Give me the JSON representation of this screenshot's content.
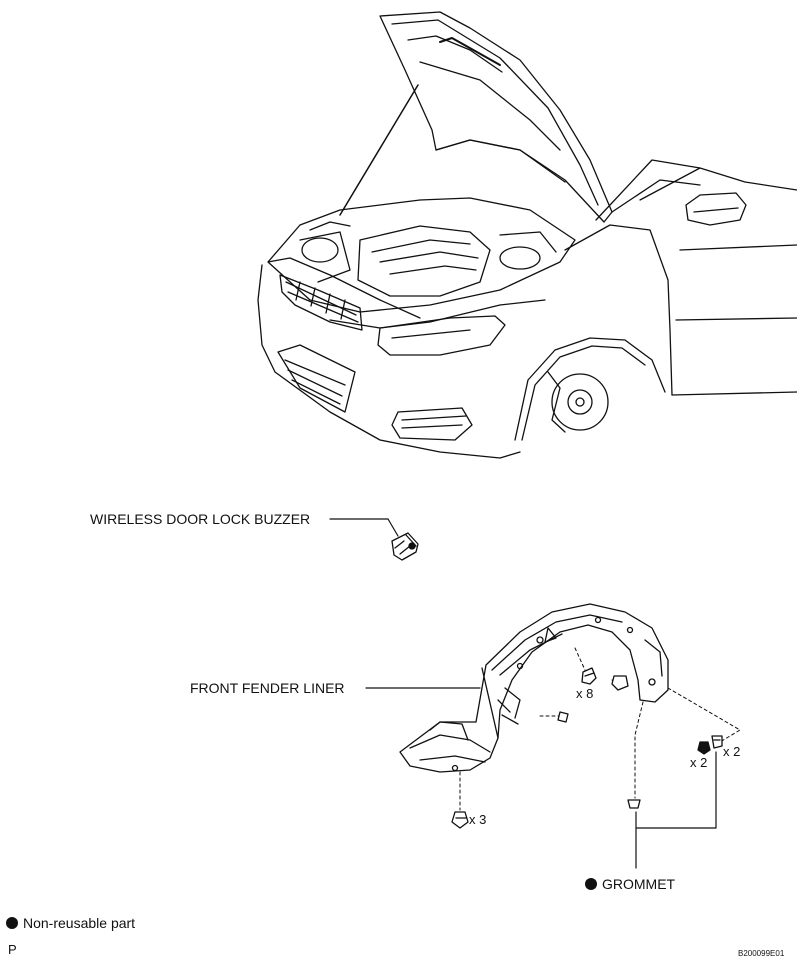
{
  "labels": {
    "buzzer": "WIRELESS DOOR LOCK BUZZER",
    "liner": "FRONT FENDER LINER",
    "grommet": "GROMMET",
    "qty_x8": "x 8",
    "qty_x3": "x 3",
    "qty_x2_left": "x 2",
    "qty_x2_right": "x 2"
  },
  "legend": {
    "non_reusable": "Non-reusable part",
    "non_reusable_marker": "filled-circle"
  },
  "footer": {
    "left_code": "P",
    "figure_id": "B200099E01"
  }
}
